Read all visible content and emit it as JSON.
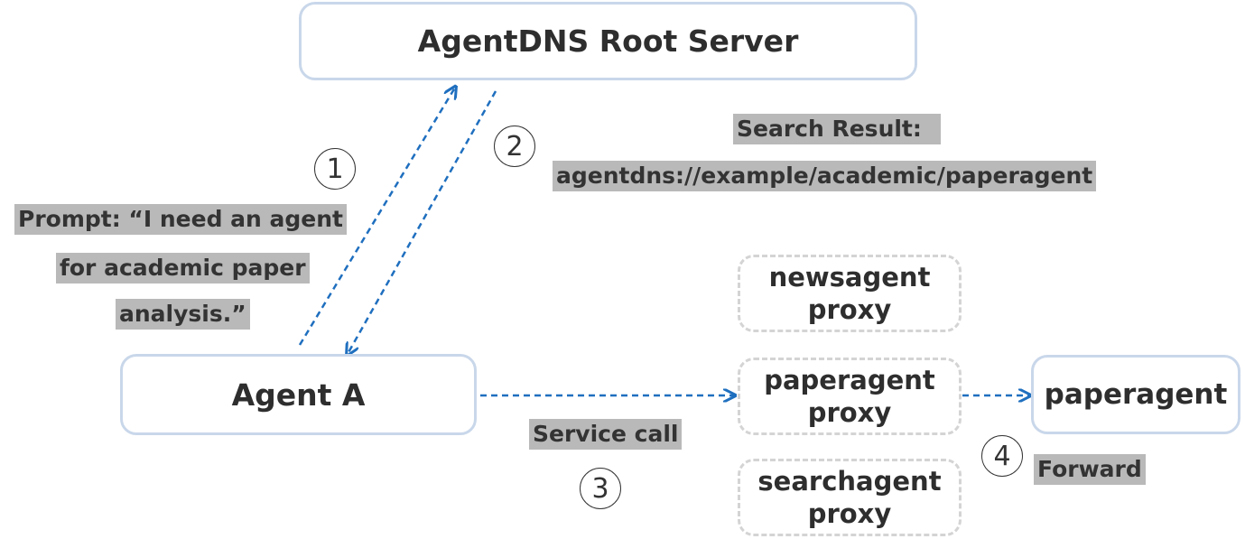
{
  "diagram": {
    "root_server": "AgentDNS Root Server",
    "agent_a": "Agent A",
    "proxies": [
      "newsagent\nproxy",
      "paperagent\nproxy",
      "searchagent\nproxy"
    ],
    "paperagent": "paperagent",
    "prompt_lines": [
      "Prompt: “I need an agent",
      "for academic paper",
      "analysis.”"
    ],
    "search_result_label": "Search Result:",
    "search_result_value": "agentdns://example/academic/paperagent",
    "service_call": "Service call",
    "forward": "Forward",
    "steps": [
      "1",
      "2",
      "3",
      "4"
    ],
    "arrow_color": "#1f6fbf"
  }
}
